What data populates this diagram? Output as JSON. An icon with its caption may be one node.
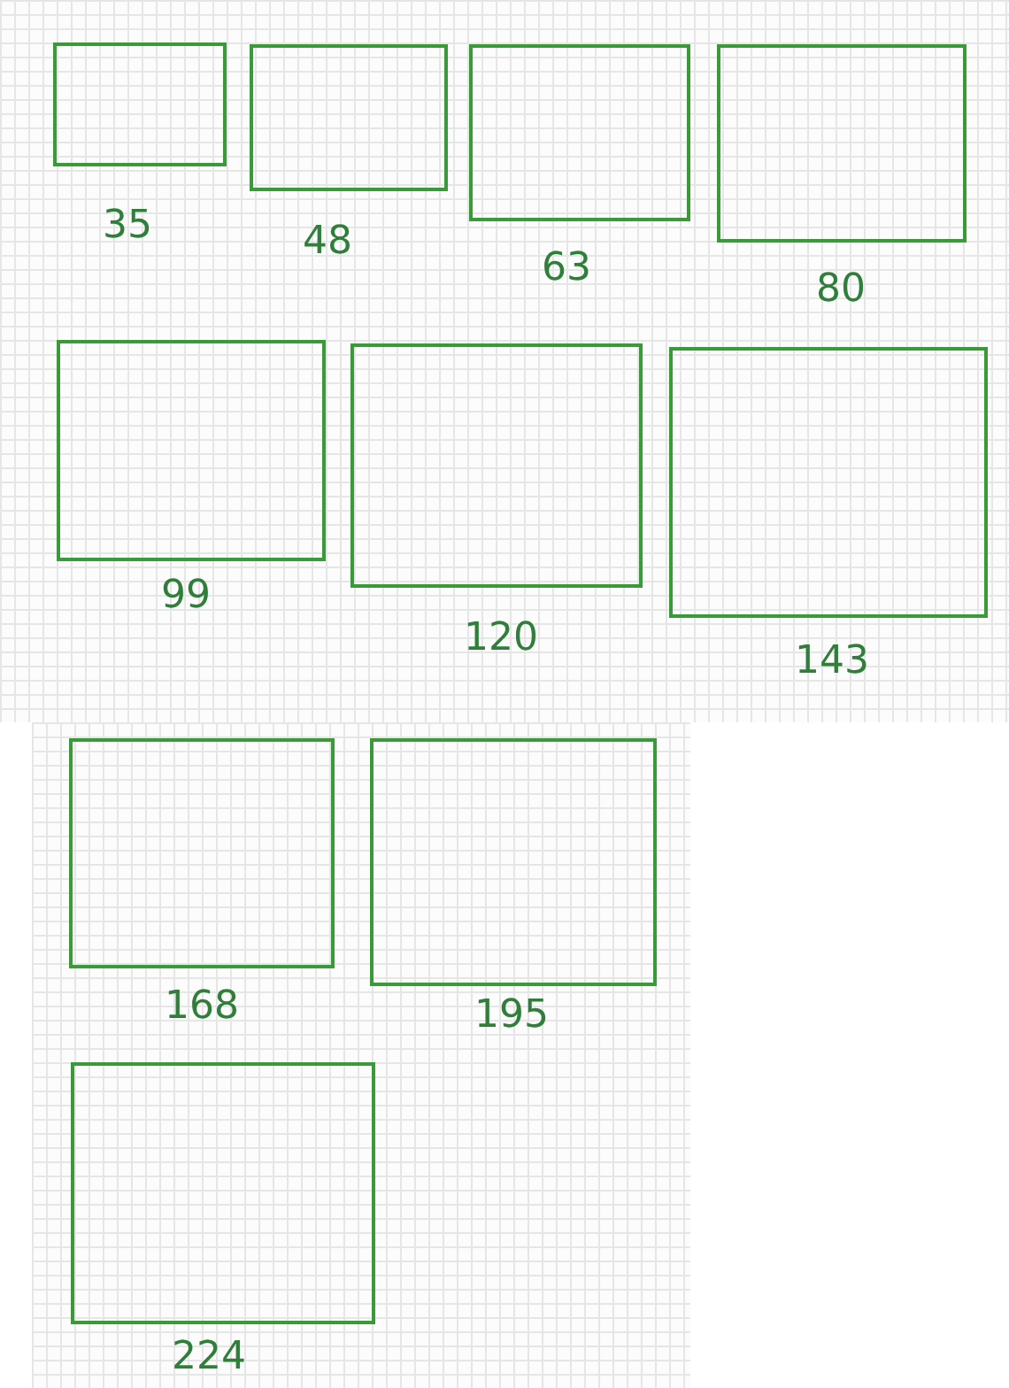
{
  "diagram": {
    "nodes": [
      {
        "text": [],
        "shape": "box",
        "beside": [
          "35"
        ]
      },
      {
        "text": [],
        "shape": "box",
        "beside": [
          "48"
        ]
      },
      {
        "text": [],
        "shape": "box",
        "beside": [
          "63"
        ]
      },
      {
        "text": [],
        "shape": "box",
        "beside": [
          "80"
        ]
      },
      {
        "text": [],
        "shape": "box",
        "beside": [
          "99"
        ]
      },
      {
        "text": [],
        "shape": "box",
        "beside": [
          "120"
        ]
      },
      {
        "text": [],
        "shape": "box",
        "beside": [
          "143"
        ]
      },
      {
        "text": [],
        "shape": "box",
        "beside": [
          "168"
        ]
      },
      {
        "text": [],
        "shape": "box",
        "beside": [
          "195"
        ]
      },
      {
        "text": [],
        "shape": "box",
        "beside": [
          "224"
        ]
      }
    ]
  }
}
